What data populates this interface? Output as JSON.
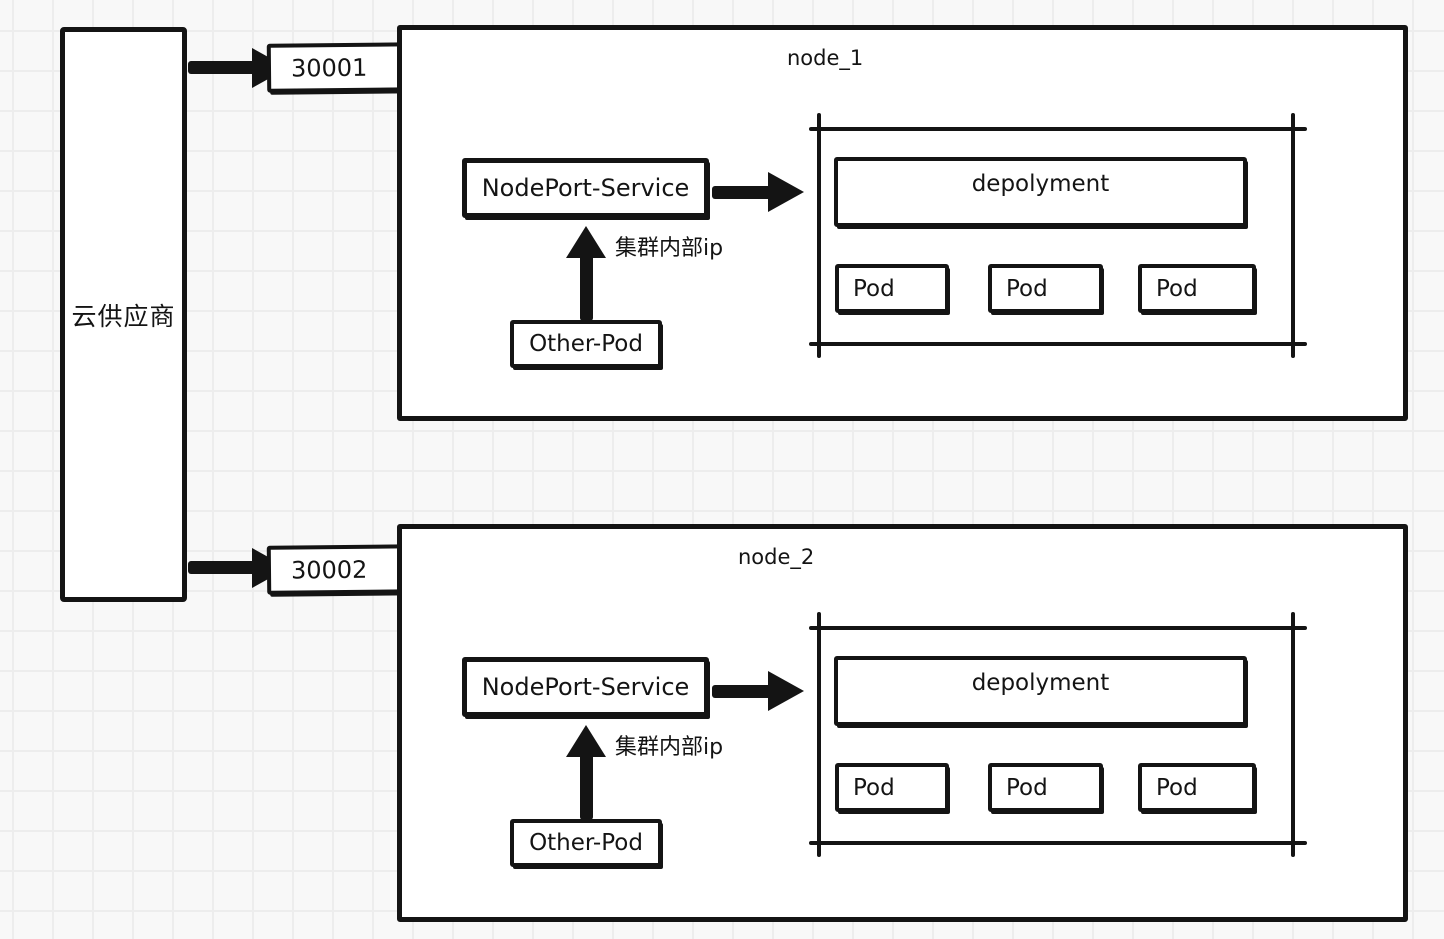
{
  "cloud_provider": {
    "label": "云供应商"
  },
  "ports": [
    {
      "label": "30001"
    },
    {
      "label": "30002"
    }
  ],
  "nodes": [
    {
      "title": "node_1",
      "service": "NodePort-Service",
      "cluster_ip": "集群内部ip",
      "other_pod": "Other-Pod",
      "deployment": "depolyment",
      "pods": [
        "Pod",
        "Pod",
        "Pod"
      ]
    },
    {
      "title": "node_2",
      "service": "NodePort-Service",
      "cluster_ip": "集群内部ip",
      "other_pod": "Other-Pod",
      "deployment": "depolyment",
      "pods": [
        "Pod",
        "Pod",
        "Pod"
      ]
    }
  ],
  "connections": [
    {
      "from": "云供应商",
      "to": "30001"
    },
    {
      "from": "云供应商",
      "to": "30002"
    },
    {
      "from": "NodePort-Service",
      "to": "depolyment",
      "within": "node_1"
    },
    {
      "from": "Other-Pod",
      "to": "NodePort-Service",
      "label": "集群内部ip",
      "within": "node_1"
    },
    {
      "from": "NodePort-Service",
      "to": "depolyment",
      "within": "node_2"
    },
    {
      "from": "Other-Pod",
      "to": "NodePort-Service",
      "label": "集群内部ip",
      "within": "node_2"
    }
  ],
  "colors": {
    "stroke": "#141414",
    "shape_fill": "#ffffff",
    "canvas_background": "#f8f8f8",
    "grid_line": "#ededed"
  }
}
